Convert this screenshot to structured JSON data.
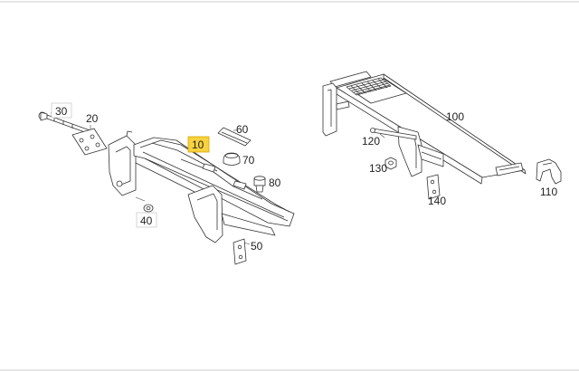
{
  "labels": [
    {
      "id": "part-30",
      "text": "30"
    },
    {
      "id": "part-20",
      "text": "20"
    },
    {
      "id": "part-10",
      "text": "10",
      "highlight": true
    },
    {
      "id": "part-60",
      "text": "60"
    },
    {
      "id": "part-70",
      "text": "70"
    },
    {
      "id": "part-80",
      "text": "80"
    },
    {
      "id": "part-40",
      "text": "40"
    },
    {
      "id": "part-50",
      "text": "50"
    },
    {
      "id": "part-100",
      "text": "100"
    },
    {
      "id": "part-120",
      "text": "120"
    },
    {
      "id": "part-130",
      "text": "130"
    },
    {
      "id": "part-140",
      "text": "140"
    },
    {
      "id": "part-110",
      "text": "110"
    }
  ],
  "colors": {
    "highlight": "#f7d23e",
    "line": "#333333",
    "background": "#ffffff"
  }
}
